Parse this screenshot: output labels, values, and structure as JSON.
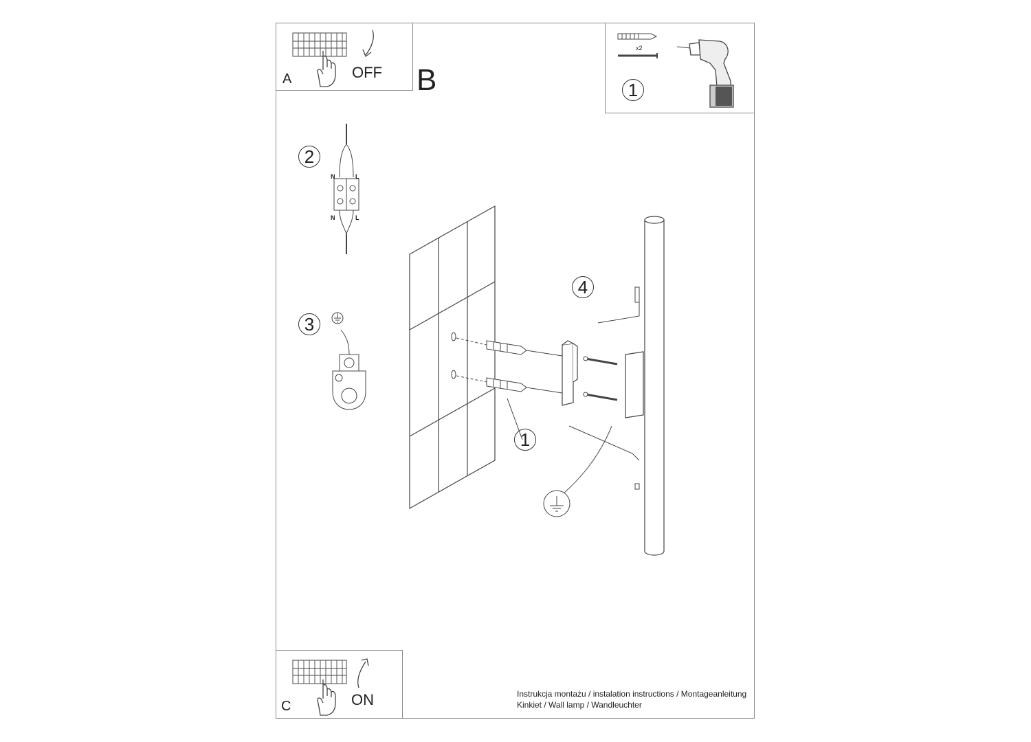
{
  "panels": {
    "a": {
      "letter": "A",
      "state": "OFF"
    },
    "b": {
      "letter": "B"
    },
    "c": {
      "letter": "C",
      "state": "ON"
    }
  },
  "steps": {
    "tools": {
      "number": "1",
      "quantity": "x2"
    },
    "wiring": {
      "number": "2",
      "label_n": "N",
      "label_l": "L"
    },
    "ground": {
      "number": "3"
    },
    "bracket": {
      "number": "4"
    },
    "anchors": {
      "number": "1"
    }
  },
  "footer": {
    "line1": "Instrukcja montażu / instalation instructions / Montageanleitung",
    "line2": "Kinkiet / Wall lamp / Wandleuchter"
  },
  "icons": [
    "breaker-panel-icon",
    "hand-icon",
    "arrow-icon",
    "wall-plug-icon",
    "screw-icon",
    "drill-icon",
    "terminal-block-icon",
    "ground-symbol-icon",
    "ground-terminal-icon",
    "wall-tiles",
    "mounting-bracket",
    "tube-lamp"
  ]
}
